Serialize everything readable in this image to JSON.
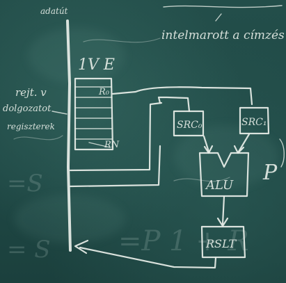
{
  "scene": {
    "top_right_text": "intelmarott a címzés",
    "top_left_text": "adatút",
    "left_label_line1": "rejt. v",
    "left_label_line2": "dolgozatot",
    "left_label_line3": "regiszterek",
    "header_letters": "1V  E",
    "register_top": "R₀",
    "register_bottom": "RN",
    "box_src0": "SRC₀",
    "box_src1": "SRC₁",
    "box_alu": "ALU",
    "box_result": "RSLT",
    "right_symbol": "P",
    "faint_erased_1": "=S",
    "faint_erased_2": "=P 1 + R",
    "faint_erased_3": "= S",
    "colors": {
      "board": "#1f4a46",
      "chalk": "#e9efe9"
    }
  }
}
